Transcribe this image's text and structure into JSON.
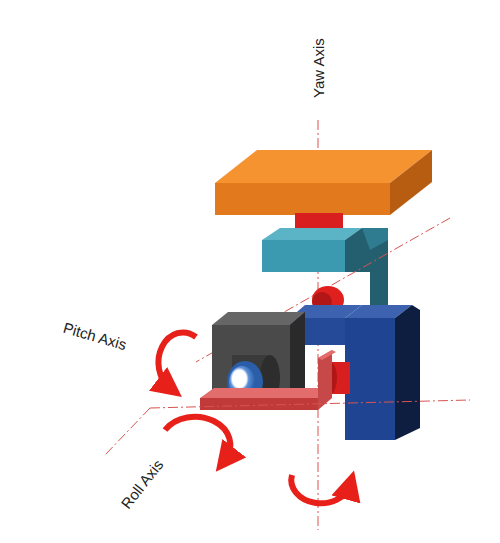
{
  "diagram": {
    "labels": [
      "Yaw Axis",
      "Pitch Axis",
      "Roll Axis"
    ]
  }
}
